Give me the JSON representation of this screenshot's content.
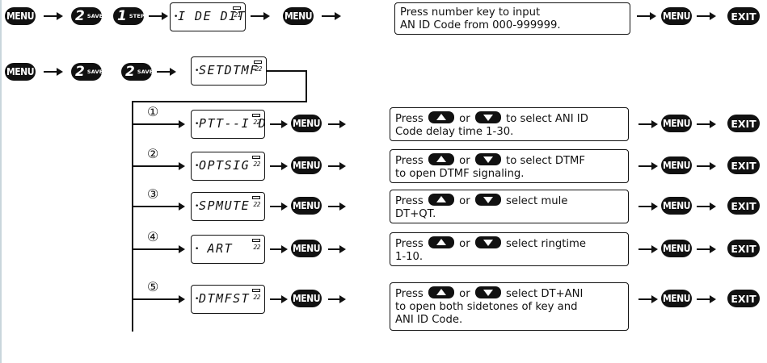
{
  "keys": {
    "menu": "MENU",
    "exit": "EXIT",
    "key2": {
      "num": "2",
      "sub": "SAVE"
    },
    "key1": {
      "num": "1",
      "sub": "STEP"
    }
  },
  "rows": [
    {
      "lcd": "I DE DIT",
      "channel": "21",
      "box_lines": [
        "Press number key to input",
        "AN ID Code from 000-999999."
      ]
    },
    {
      "lcd": "SETDTMF",
      "channel": "22"
    }
  ],
  "branches": [
    {
      "marker": "①",
      "lcd": "PTT--I D",
      "channel": "22",
      "pre": "Press",
      "mid": "or",
      "post": "to select ANI ID",
      "line2": "Code delay time 1-30.",
      "line3": ""
    },
    {
      "marker": "②",
      "lcd": "OPTSIG",
      "channel": "22",
      "pre": "Press",
      "mid": "or",
      "post": "to select DTMF",
      "line2": "to open DTMF signaling.",
      "line3": ""
    },
    {
      "marker": "③",
      "lcd": "SPMUTE",
      "channel": "22",
      "pre": "Press",
      "mid": "or",
      "post": "select mule",
      "line2": "DT+QT.",
      "line3": ""
    },
    {
      "marker": "④",
      "lcd": " ART",
      "channel": "22",
      "pre": "Press",
      "mid": "or",
      "post": "select ringtime",
      "line2": "1-10.",
      "line3": ""
    },
    {
      "marker": "⑤",
      "lcd": "DTMFST",
      "channel": "22",
      "pre": "Press",
      "mid": "or",
      "post": "select DT+ANI",
      "line2": "to open both sidetones of key and",
      "line3": "ANI ID Code."
    }
  ],
  "colors": {
    "ink": "#111111",
    "edge": "#c9d6dc"
  },
  "icons": [
    "up-arrow-key-icon",
    "down-arrow-key-icon",
    "battery-icon"
  ]
}
